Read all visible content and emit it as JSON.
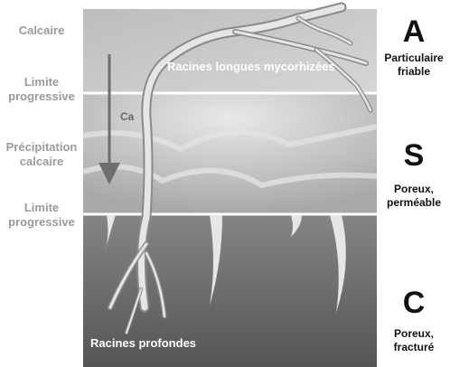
{
  "left_labels": {
    "calcaire": "Calcaire",
    "limite_1": "Limite\nprogressive",
    "precipitation": "Précipitation\ncalcaire",
    "limite_2": "Limite\nprogressive"
  },
  "horizons": [
    {
      "letter": "A",
      "description": "Particulaire\nfriable"
    },
    {
      "letter": "S",
      "description": "Poreux,\nperméable"
    },
    {
      "letter": "C",
      "description": "Poreux,\nfracturé"
    }
  ],
  "root_labels": {
    "upper": "Racines longues mycorhizées",
    "lower": "Racines profondes"
  },
  "arrow_label": "Ca",
  "colors": {
    "layer_A": "#c8c8c8",
    "layer_S": "#d2d2d2",
    "layer_C_top": "#7a7a7a",
    "layer_C_bottom": "#5a5a5a",
    "roots": "#e6e6e6",
    "arrow": "#6e6e6e"
  }
}
